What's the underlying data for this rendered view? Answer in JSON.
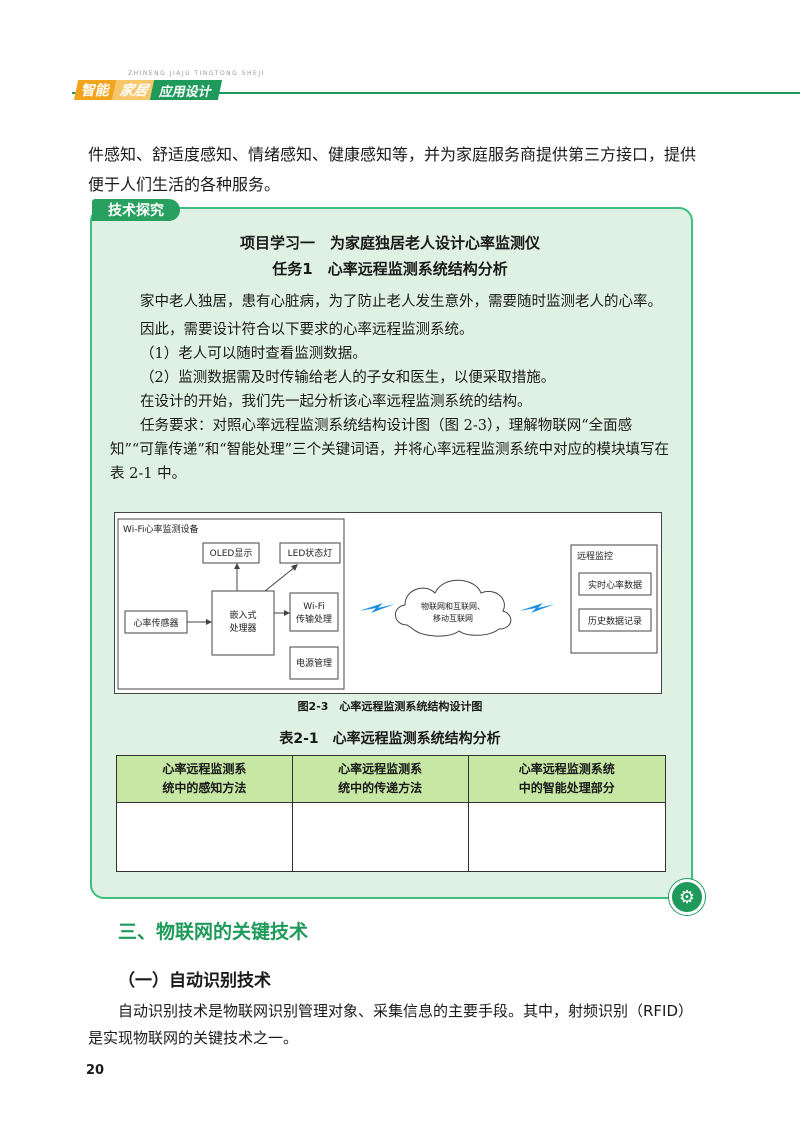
{
  "header": {
    "pinyin": "ZHINENG JIAJU TINGTONG SHEJI",
    "badge_a": "智能",
    "badge_b": "家居",
    "badge_c": "应用设计"
  },
  "intro_text": "件感知、舒适度感知、情绪感知、健康感知等，并为家庭服务商提供第三方接口，提供便于人们生活的各种服务。",
  "panel": {
    "tab_label": "技术探究",
    "title1": "项目学习一　为家庭独居老人设计心率监测仪",
    "title2": "任务1　心率远程监测系统结构分析",
    "paragraphs": [
      "家中老人独居，患有心脏病，为了防止老人发生意外，需要随时监测老人的心率。",
      "因此，需要设计符合以下要求的心率远程监测系统。",
      "（1）老人可以随时查看监测数据。",
      "（2）监测数据需及时传输给老人的子女和医生，以便采取措施。",
      "在设计的开始，我们先一起分析该心率远程监测系统的结构。",
      "任务要求：对照心率远程监测系统结构设计图（图 2-3），理解物联网“全面感知”“可靠传递”和“智能处理”三个关键词语，并将心率远程监测系统中对应的模块填写在表 2-1 中。"
    ],
    "diagram": {
      "device_title": "Wi-Fi心率监测设备",
      "oled": "OLED显示",
      "led": "LED状态灯",
      "sensor": "心率传感器",
      "processor_l1": "嵌入式",
      "processor_l2": "处理器",
      "wifi_l1": "Wi-Fi",
      "wifi_l2": "传输处理",
      "power": "电源管理",
      "cloud_l1": "物联网和互联网、",
      "cloud_l2": "移动互联网",
      "remote_title": "远程监控",
      "realtime": "实时心率数据",
      "history": "历史数据记录"
    },
    "fig_caption": "图2-3　心率远程监测系统结构设计图",
    "table_caption": "表2-1　心率远程监测系统结构分析",
    "table_headers": [
      [
        "心率远程监测系",
        "统中的感知方法"
      ],
      [
        "心率远程监测系",
        "统中的传递方法"
      ],
      [
        "心率远程监测系统",
        "中的智能处理部分"
      ]
    ],
    "icon": "gear-icon"
  },
  "section_title": "三、物联网的关键技术",
  "subsection_title": "（一）自动识别技术",
  "para_text": "自动识别技术是物联网识别管理对象、采集信息的主要手段。其中，射频识别（RFID）是实现物联网的关键技术之一。",
  "page_number": "20",
  "colors": {
    "green": "#1f9a5b",
    "panel_bg": "#dff1e2",
    "table_header": "#c6e8a4",
    "orange": "#f2a51c"
  }
}
